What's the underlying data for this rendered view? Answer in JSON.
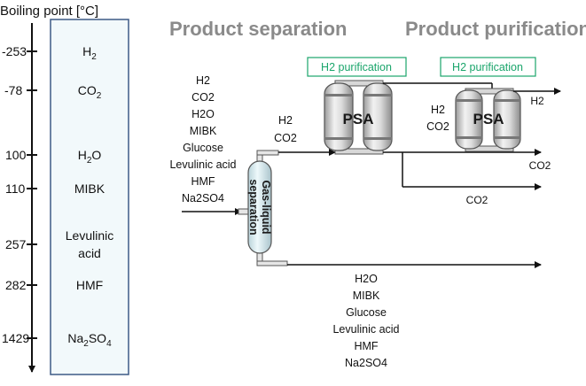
{
  "axis": {
    "title": "Boiling point [°C]",
    "ticks": [
      "-253",
      "-78",
      "100",
      "110",
      "257",
      "282",
      "1429"
    ]
  },
  "compounds": [
    {
      "name": "H",
      "sub": "2"
    },
    {
      "name": "CO",
      "sub": "2"
    },
    {
      "name": "H",
      "sub": "2",
      "tail": "O"
    },
    {
      "name": "MIBK"
    },
    {
      "name": "Levulinic",
      "line2": "acid"
    },
    {
      "name": "HMF"
    },
    {
      "name": "Na",
      "sub": "2",
      "tail": "SO",
      "sub2": "4"
    }
  ],
  "headings": {
    "separation": "Product separation",
    "purification": "Product purification"
  },
  "feed_list": [
    "H2",
    "CO2",
    "H2O",
    "MIBK",
    "Glucose",
    "Levulinic acid",
    "HMF",
    "Na2SO4"
  ],
  "separator_label": "Gas-liquid separation",
  "gas_stream_label": [
    "H2",
    "CO2"
  ],
  "psa_label": "PSA",
  "purification_label": "H2 purification",
  "psa2_input_label": [
    "H2",
    "CO2"
  ],
  "outputs": {
    "h2": "H2",
    "co2_upper": "CO2",
    "co2_lower": "CO2"
  },
  "liquid_list": [
    "H2O",
    "MIBK",
    "Glucose",
    "Levulinic acid",
    "HMF",
    "Na2SO4"
  ],
  "colors": {
    "box_border": "#3d5a86",
    "box_fill": "#f2f9fb",
    "heading": "#8a8a8a",
    "green": "#1aa56b",
    "separator": "#dff2f6"
  }
}
